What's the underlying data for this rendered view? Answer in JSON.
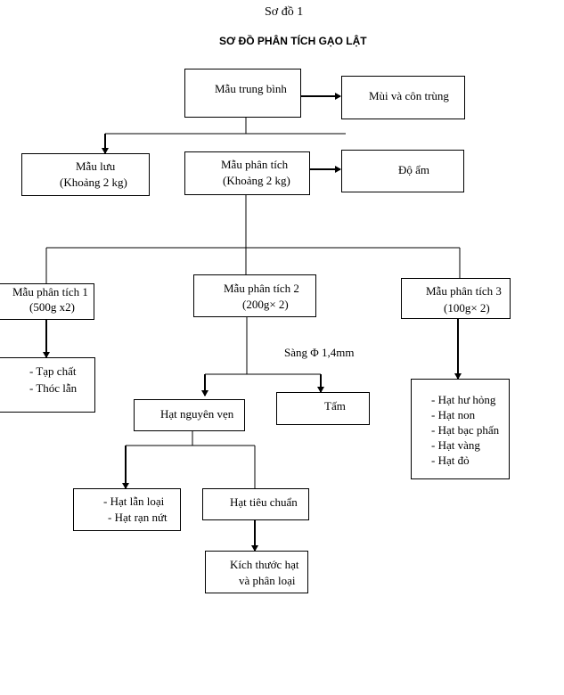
{
  "header": {
    "figure_label": "Sơ đồ 1",
    "title": "SƠ ĐỒ PHÂN TÍCH GẠO LẬT"
  },
  "nodes": {
    "avg_sample": "Mẫu trung bình",
    "smell_insects": "Mùi  và côn trùng",
    "stored_sample": {
      "line1": "Mẫu lưu",
      "line2": "(Khoảng 2 kg)"
    },
    "analysis_sample": {
      "line1": "Mẫu phân tích",
      "line2": "(Khoảng 2 kg)"
    },
    "moisture": "Độ ẩm",
    "analysis_1": {
      "line1": "Mẫu phân tích 1",
      "line2": "(500g x2)"
    },
    "analysis_2": {
      "line1": "Mẫu phân tích 2",
      "line2": "(200g× 2)"
    },
    "analysis_3": {
      "line1": "Mẫu phân tích 3",
      "line2": "(100g× 2)"
    },
    "impurities": {
      "line1": "- Tạp chất",
      "line2": "- Thóc lẫn"
    },
    "sieve_label": "Sàng Φ 1,4mm",
    "whole_grain": "Hạt nguyên vẹn",
    "broken": "Tấm",
    "defects": [
      "- Hạt hư hỏng",
      "- Hạt non",
      "- Hạt bạc phấn",
      "- Hạt vàng",
      "- Hạt đỏ"
    ],
    "mixed_cracked": {
      "line1": "- Hạt lẫn loại",
      "line2": "- Hạt rạn nứt"
    },
    "standard_grain": "Hạt tiêu chuẩn",
    "size_class": {
      "line1": "Kích thước hạt",
      "line2": "và phân loại"
    }
  }
}
